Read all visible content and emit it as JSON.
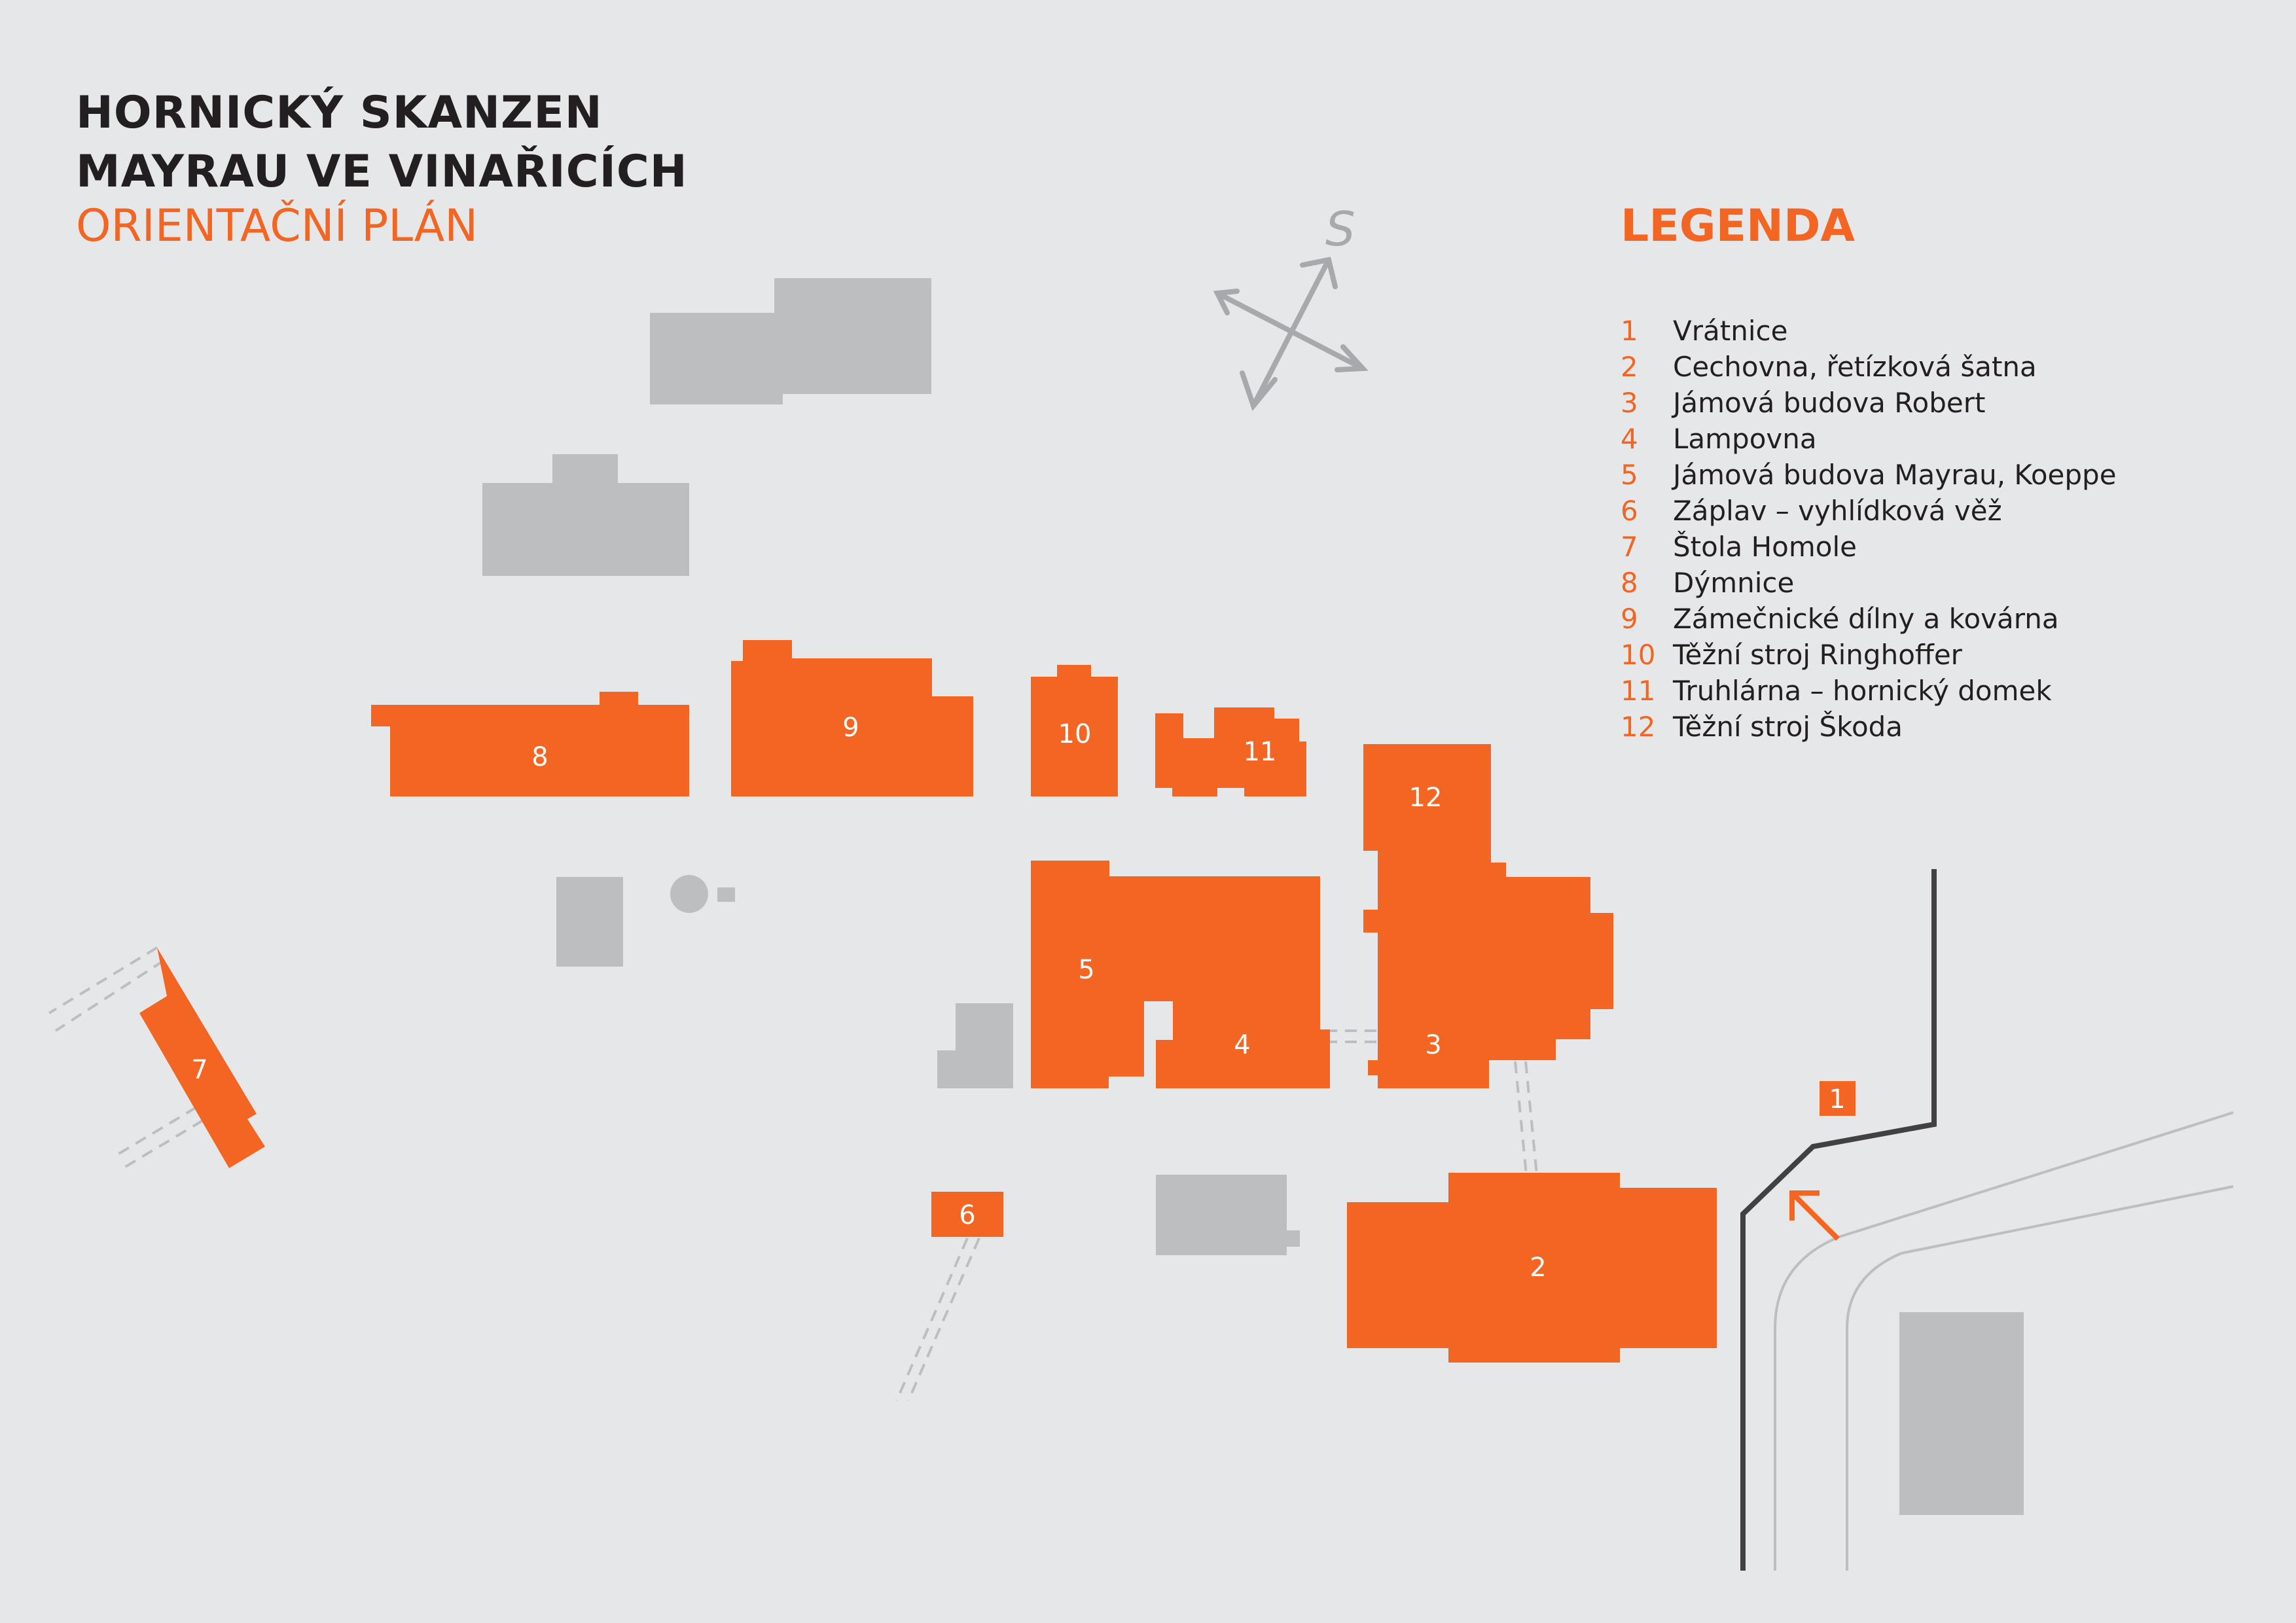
{
  "header": {
    "title_line1": "HORNICKÝ SKANZEN",
    "title_line2": "MAYRAU VE VINAŘICÍCH",
    "subtitle": "ORIENTAČNÍ PLÁN"
  },
  "legend": {
    "heading": "LEGENDA",
    "items": [
      {
        "num": "1",
        "name": "Vrátnice"
      },
      {
        "num": "2",
        "name": "Cechovna, řetízková šatna"
      },
      {
        "num": "3",
        "name": "Jámová budova Robert"
      },
      {
        "num": "4",
        "name": "Lampovna"
      },
      {
        "num": "5",
        "name": "Jámová budova Mayrau, Koeppe"
      },
      {
        "num": "6",
        "name": "Záplav – vyhlídková věž"
      },
      {
        "num": "7",
        "name": "Štola Homole"
      },
      {
        "num": "8",
        "name": "Dýmnice"
      },
      {
        "num": "9",
        "name": "Zámečnické dílny a kovárna"
      },
      {
        "num": "10",
        "name": "Těžní stroj Ringhoffer"
      },
      {
        "num": "11",
        "name": "Truhlárna – hornický domek"
      },
      {
        "num": "12",
        "name": "Těžní stroj Škoda"
      }
    ]
  },
  "map": {
    "compass_label": "S",
    "building_labels": {
      "b1": "1",
      "b2": "2",
      "b3": "3",
      "b4": "4",
      "b5": "5",
      "b6": "6",
      "b7": "7",
      "b8": "8",
      "b9": "9",
      "b10": "10",
      "b11": "11",
      "b12": "12"
    }
  },
  "colors": {
    "accent": "#f26522",
    "text": "#231f20",
    "background": "#e6e7e8",
    "other_buildings": "#bcbec0",
    "road_edge": "#414042",
    "road_lines": "#bcbec0"
  }
}
